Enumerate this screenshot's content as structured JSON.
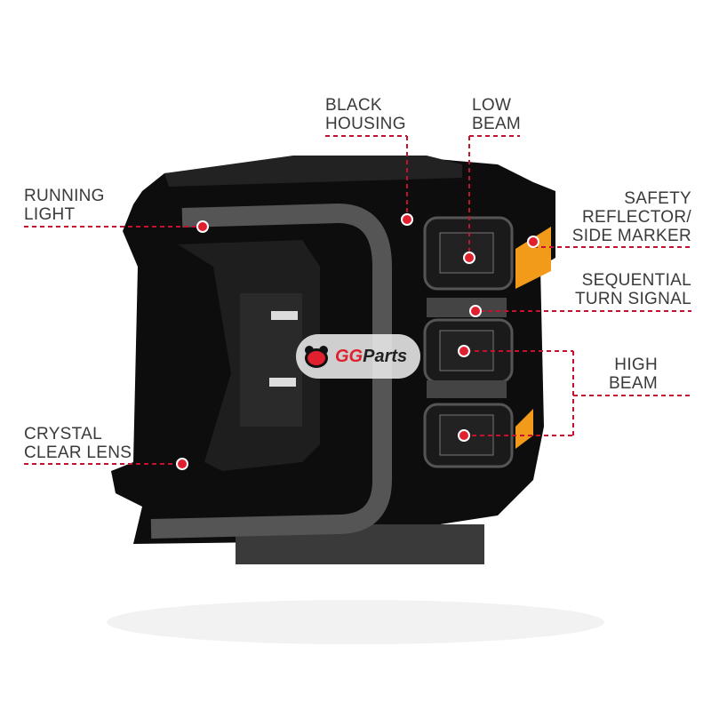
{
  "brand": {
    "logo_text_red": "GG",
    "logo_text_dark": "Parts"
  },
  "colors": {
    "callout": "#c8102e",
    "label": "#3a3a3a",
    "housing": "#0d0d0d",
    "amber": "#f29a1a"
  },
  "callouts": {
    "running_light": [
      "RUNNING",
      "LIGHT"
    ],
    "black_housing": [
      "BLACK",
      "HOUSING"
    ],
    "low_beam": [
      "LOW",
      "BEAM"
    ],
    "safety_reflector": [
      "SAFETY",
      "REFLECTOR/",
      "SIDE MARKER"
    ],
    "sequential_turn": [
      "SEQUENTIAL",
      "TURN SIGNAL"
    ],
    "high_beam": [
      "HIGH",
      "BEAM"
    ],
    "crystal_lens": [
      "CRYSTAL",
      "CLEAR LENS"
    ]
  }
}
